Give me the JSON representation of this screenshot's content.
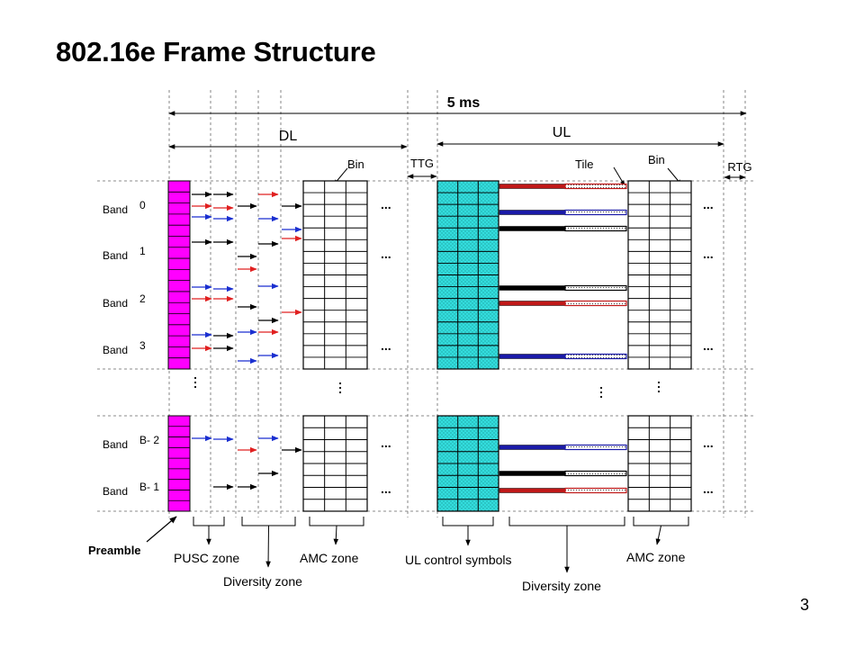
{
  "slide": {
    "title": "802.16e Frame Structure",
    "page_number": "3"
  },
  "diagram": {
    "labels": {
      "frame_duration": "5 ms",
      "downlink": "DL",
      "uplink": "UL",
      "ttg": "TTG",
      "rtg": "RTG",
      "bin_dl": "Bin",
      "bin_ul": "Bin",
      "tile": "Tile",
      "ellipsis": "...",
      "preamble": "Preamble",
      "pusc_zone": "PUSC zone",
      "diversity_zone_dl": "Diversity zone",
      "amc_zone_dl": "AMC zone",
      "ul_control_symbols": "UL control symbols",
      "diversity_zone_ul": "Diversity zone",
      "amc_zone_ul": "AMC zone"
    },
    "bands": [
      {
        "word": "Band",
        "index": "0"
      },
      {
        "word": "Band",
        "index": "1"
      },
      {
        "word": "Band",
        "index": "2"
      },
      {
        "word": "Band",
        "index": "3"
      },
      {
        "word": "Band",
        "index": "B- 2"
      },
      {
        "word": "Band",
        "index": "B- 1"
      }
    ],
    "colors": {
      "preamble": "#ff00ff",
      "ul_control": "#33dddd",
      "arrow_black": "#000000",
      "arrow_red": "#e02020",
      "arrow_blue": "#1a2fd0",
      "tile_red": "#c01818",
      "tile_blue": "#1a1aa8",
      "tile_black": "#000000"
    },
    "icons": [
      "dashed-divider",
      "arrow-icon",
      "ellipsis-icon"
    ]
  }
}
